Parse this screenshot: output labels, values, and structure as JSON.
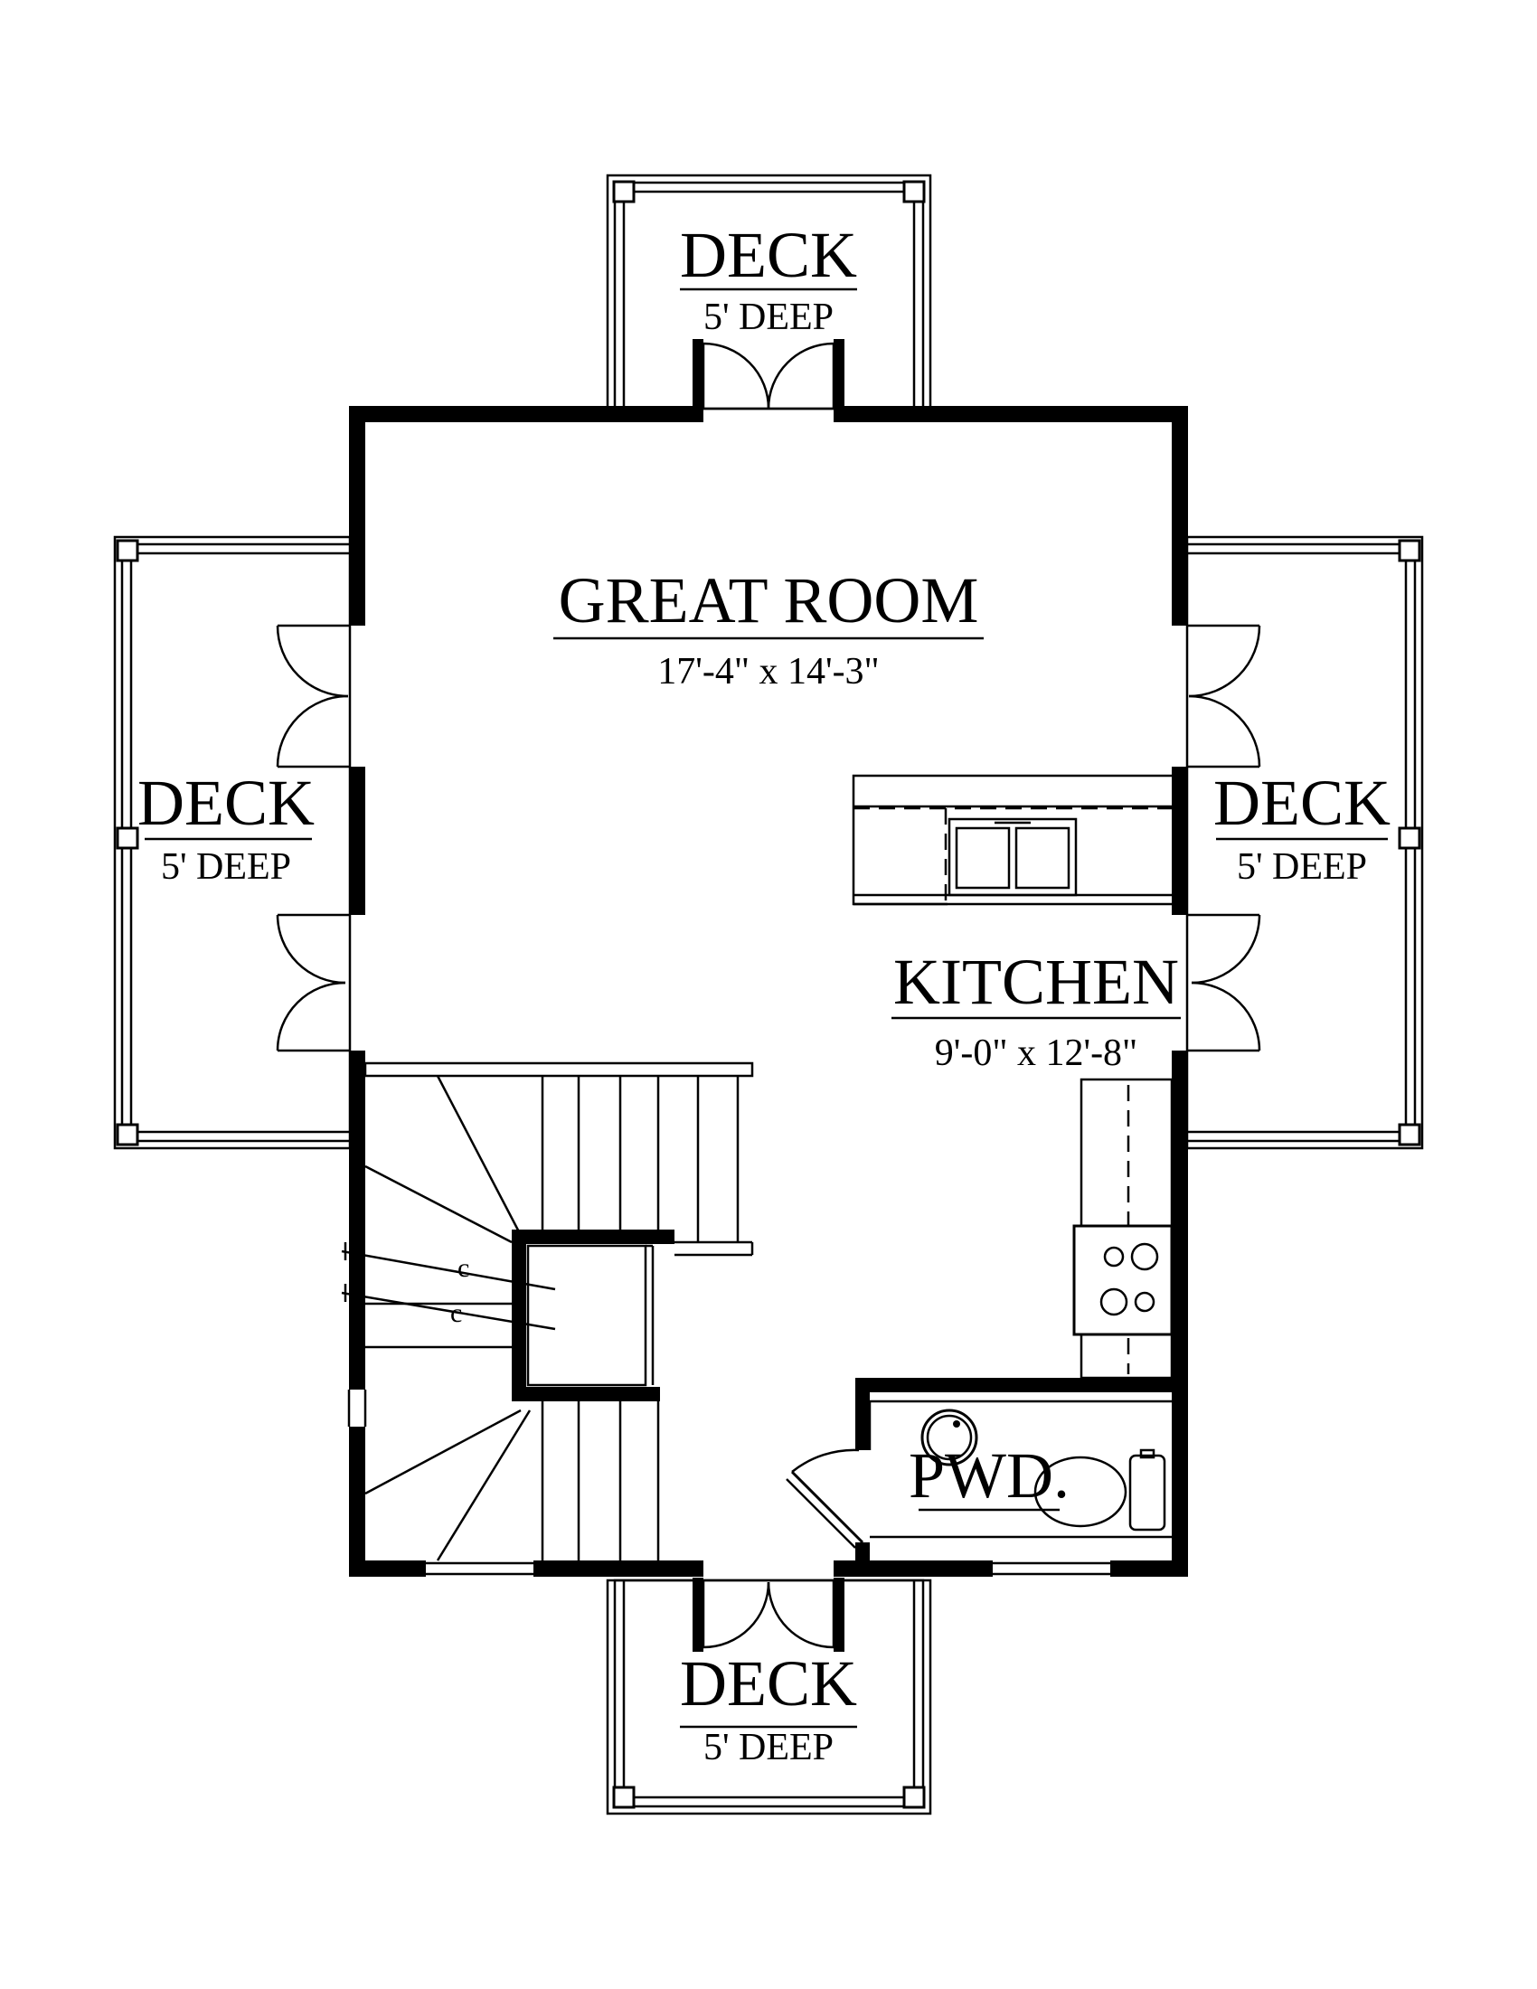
{
  "labels": {
    "deck_top": {
      "name": "DECK",
      "dim": "5' DEEP"
    },
    "deck_left": {
      "name": "DECK",
      "dim": "5' DEEP"
    },
    "deck_right": {
      "name": "DECK",
      "dim": "5' DEEP"
    },
    "deck_bottom": {
      "name": "DECK",
      "dim": "5' DEEP"
    },
    "great_room": {
      "name": "GREAT ROOM",
      "dim": "17'-4\" x 14'-3\""
    },
    "kitchen": {
      "name": "KITCHEN",
      "dim": "9'-0\" x 12'-8\""
    },
    "powder": {
      "name": "PWD."
    }
  },
  "colors": {
    "line": "#000000",
    "background": "#ffffff"
  }
}
